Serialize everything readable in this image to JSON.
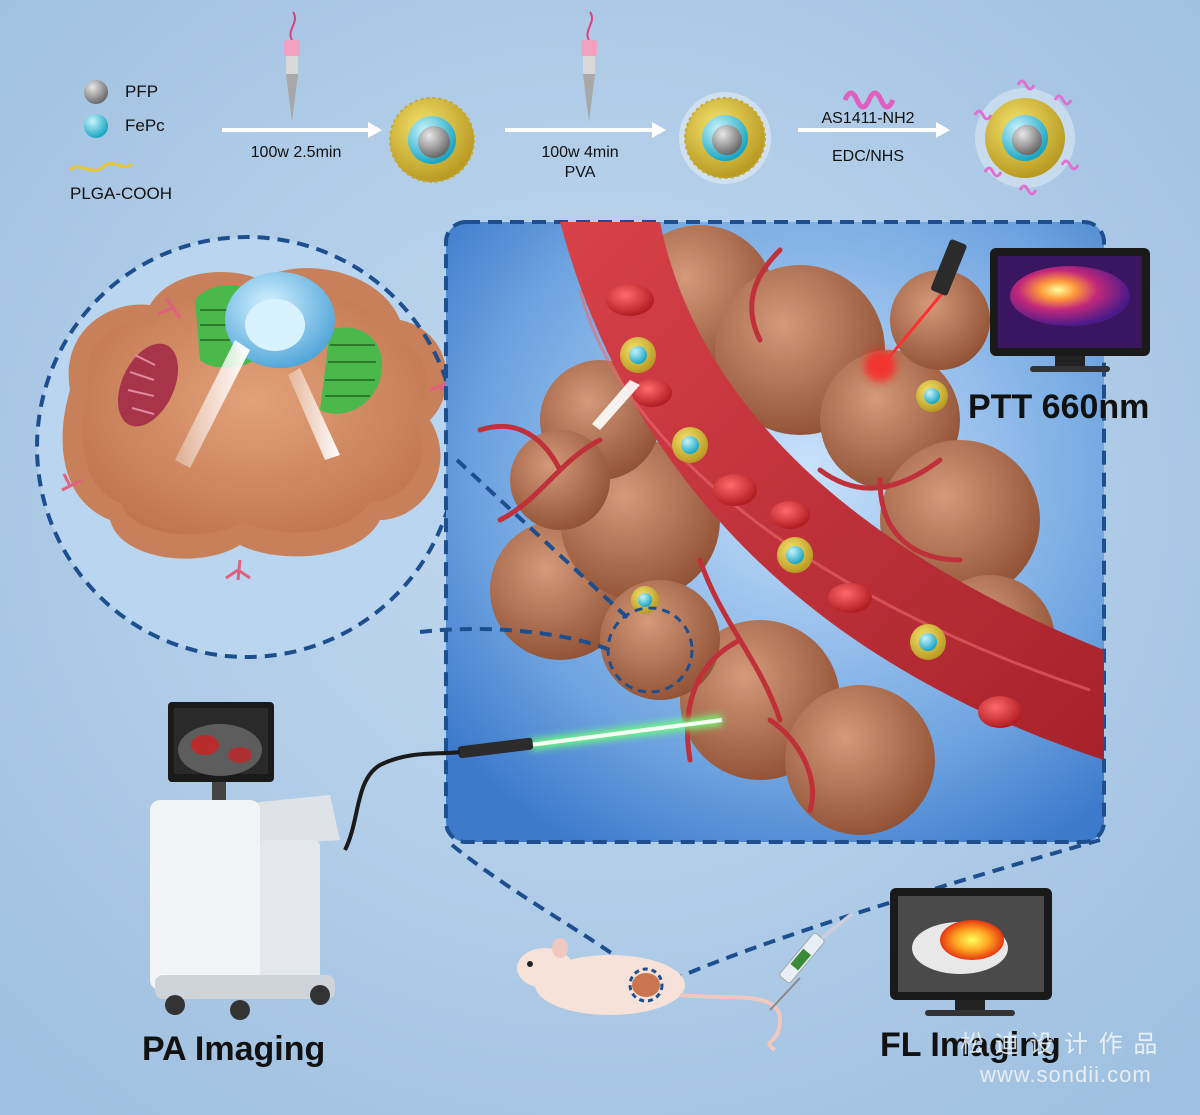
{
  "legend": {
    "pfp": "PFP",
    "fepc": "FePc",
    "plga": "PLGA-COOH"
  },
  "steps": {
    "step1": "100w 2.5min",
    "step2_line1": "100w 4min",
    "step2_line2": "PVA",
    "step3_top": "AS1411-NH2",
    "step3_bottom": "EDC/NHS"
  },
  "labels": {
    "ptt": "PTT 660nm",
    "pa": "PA Imaging",
    "fl": "FL Imaging"
  },
  "watermark": {
    "brand": "松 迪 设 计 作 品",
    "url": "www.sondii.com"
  },
  "colors": {
    "background": "#a9c9e6",
    "dashed_frame": "#1d4f8f",
    "vessel": "#c8323a",
    "tumor": "#b5714f",
    "nanoparticle_core": "#7fd8e8",
    "laser_red": "#ff2020",
    "laser_green": "#6dff7a"
  }
}
